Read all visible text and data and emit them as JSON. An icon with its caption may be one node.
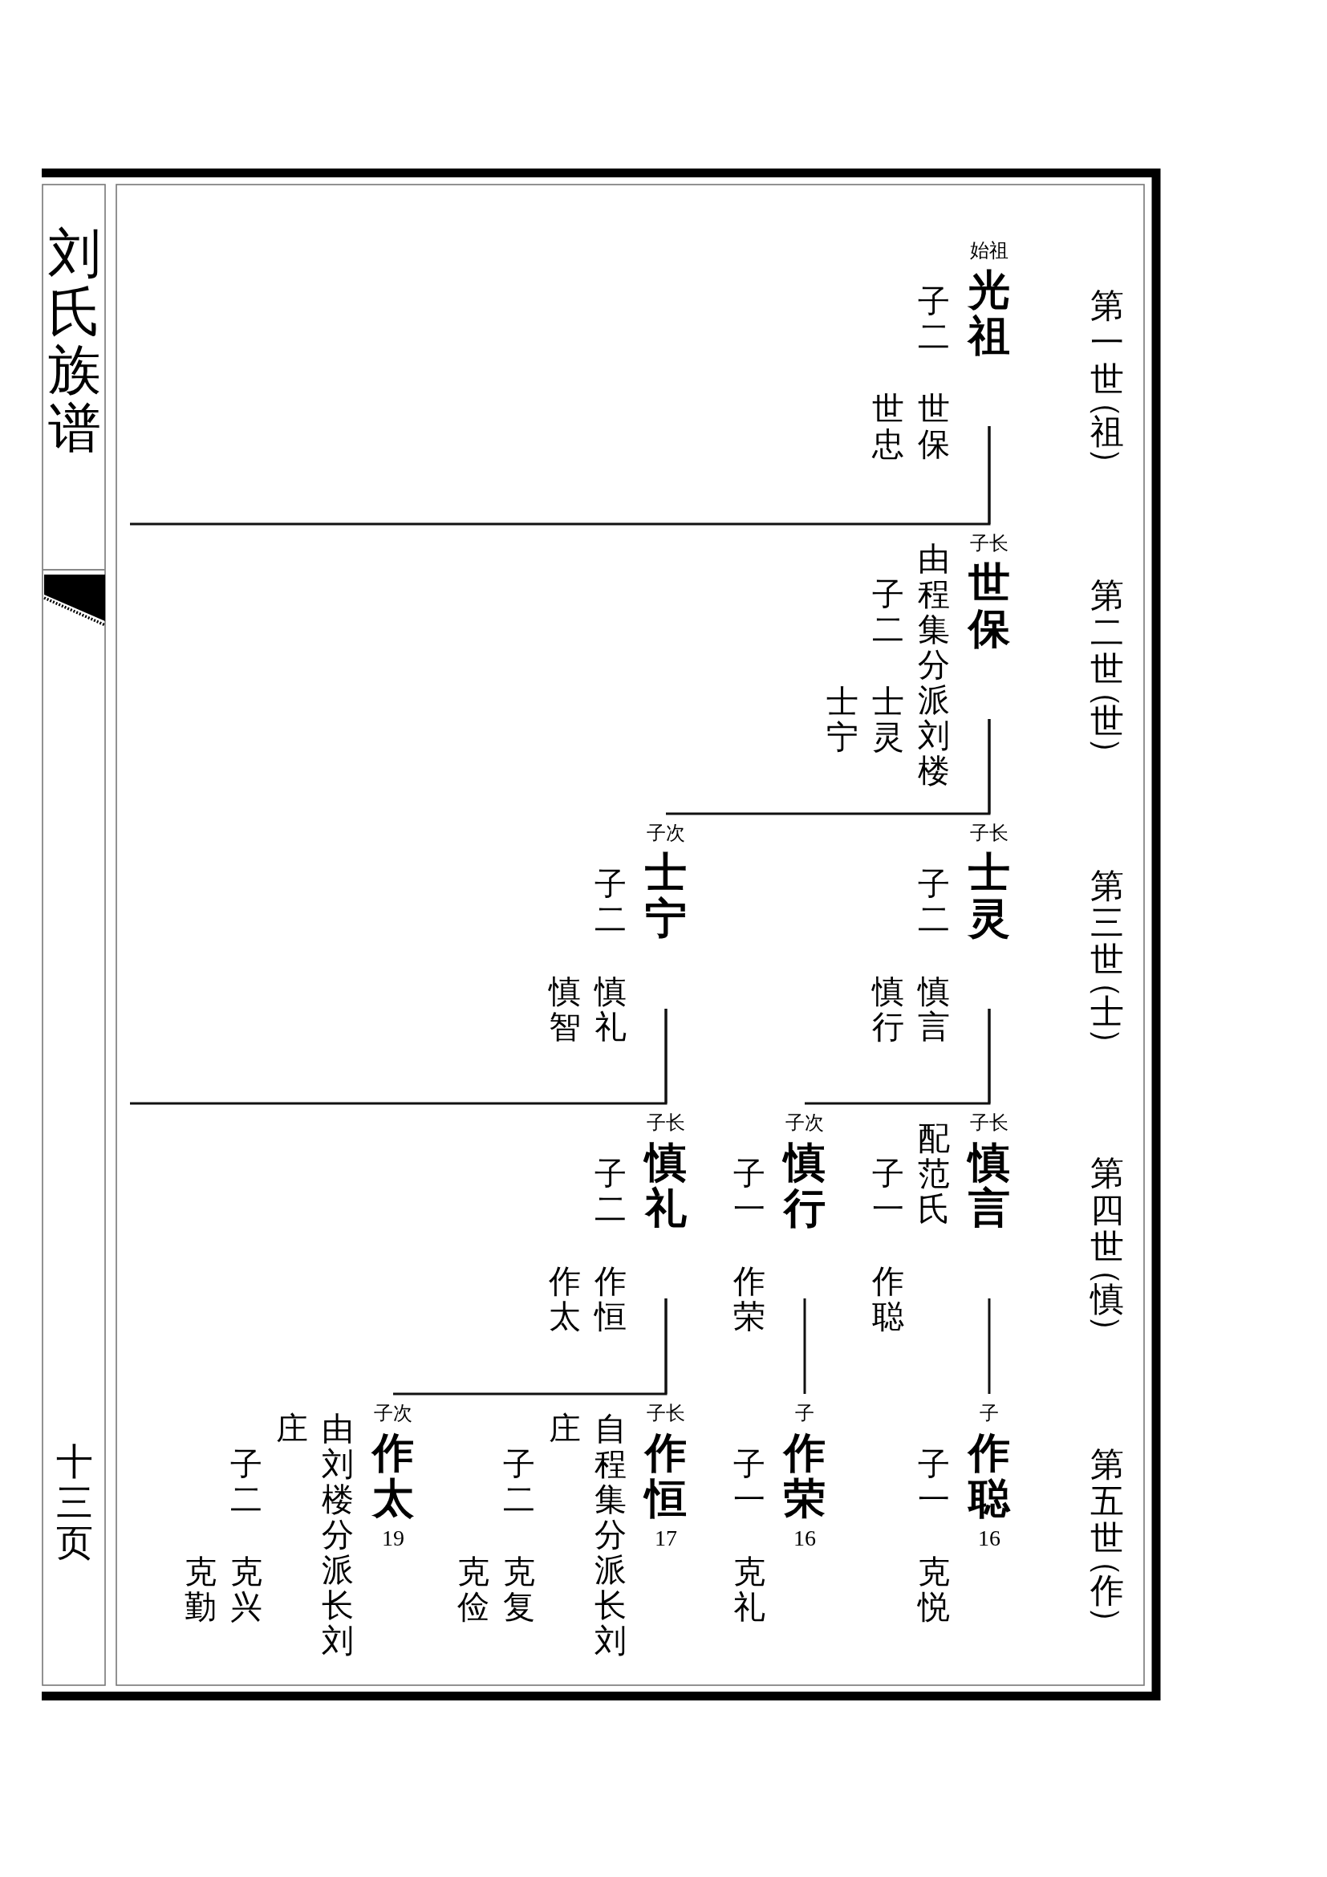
{
  "diagram": {
    "title": "刘氏族谱",
    "nodes": [
      {
        "text": [
          "始祖",
          "光祖"
        ],
        "beside": [
          "子二",
          "世保",
          "世忠"
        ]
      },
      {
        "text": [
          "子长",
          "世保"
        ],
        "beside": [
          "由程集分派刘楼",
          "子二",
          "士灵",
          "士宁"
        ]
      },
      {
        "text": [
          "子长",
          "士灵"
        ],
        "beside": [
          "子二",
          "慎言",
          "慎行"
        ]
      },
      {
        "text": [
          "子次",
          "士宁"
        ],
        "beside": [
          "子二",
          "慎礼",
          "慎智"
        ]
      },
      {
        "text": [
          "子长",
          "慎言"
        ],
        "beside": [
          "配范氏",
          "子一",
          "作聪"
        ]
      },
      {
        "text": [
          "子次",
          "慎行"
        ],
        "beside": [
          "子一",
          "作荣"
        ]
      },
      {
        "text": [
          "子长",
          "慎礼"
        ],
        "beside": [
          "子二",
          "作恒",
          "作太"
        ]
      },
      {
        "text": [
          "子",
          "作聪",
          "16"
        ],
        "beside": [
          "子一",
          "克悦"
        ]
      },
      {
        "text": [
          "子",
          "作荣",
          "16"
        ],
        "beside": [
          "子一",
          "克礼"
        ]
      },
      {
        "text": [
          "子长",
          "作恒",
          "17"
        ],
        "beside": [
          "自程集分派长刘庄",
          "子二",
          "克复",
          "克俭"
        ]
      },
      {
        "text": [
          "子次",
          "作太",
          "19"
        ],
        "beside": [
          "由刘楼分派长刘庄",
          "子二",
          "克兴",
          "克勤"
        ]
      }
    ],
    "edges": [
      {
        "from": 0,
        "to": 1,
        "arrow": "none"
      },
      {
        "from": 0,
        "to": null,
        "arrow": "none"
      },
      {
        "from": 1,
        "to": 2,
        "arrow": "none"
      },
      {
        "from": 1,
        "to": 3,
        "arrow": "none"
      },
      {
        "from": 2,
        "to": 4,
        "arrow": "none"
      },
      {
        "from": 2,
        "to": 5,
        "arrow": "none"
      },
      {
        "from": 3,
        "to": 6,
        "arrow": "none"
      },
      {
        "from": 3,
        "to": null,
        "arrow": "none"
      },
      {
        "from": 4,
        "to": 7,
        "arrow": "none"
      },
      {
        "from": 5,
        "to": 8,
        "arrow": "none"
      },
      {
        "from": 6,
        "to": 9,
        "arrow": "none"
      },
      {
        "from": 6,
        "to": 10,
        "arrow": "none"
      }
    ],
    "labels": [
      "第一世（祖）",
      "第二世（世）",
      "第三世（士）",
      "第四世（慎）",
      "第五世（作）",
      "十三页"
    ]
  }
}
